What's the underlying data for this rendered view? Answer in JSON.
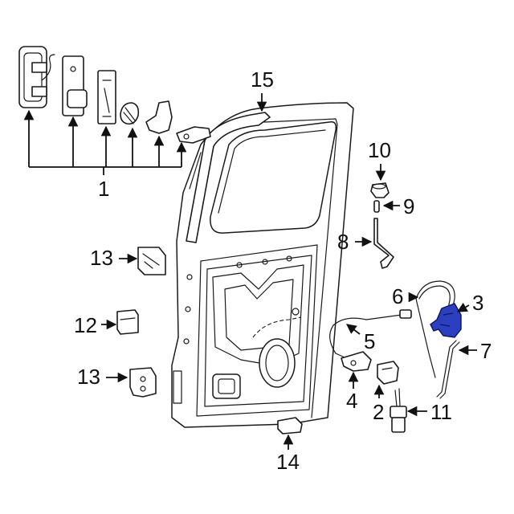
{
  "diagram": {
    "highlight_color": "#2b3fbf",
    "callouts": [
      {
        "id": "1",
        "label": "1"
      },
      {
        "id": "2",
        "label": "2"
      },
      {
        "id": "3",
        "label": "3"
      },
      {
        "id": "4",
        "label": "4"
      },
      {
        "id": "5",
        "label": "5"
      },
      {
        "id": "6",
        "label": "6"
      },
      {
        "id": "7",
        "label": "7"
      },
      {
        "id": "8",
        "label": "8"
      },
      {
        "id": "9",
        "label": "9"
      },
      {
        "id": "10",
        "label": "10"
      },
      {
        "id": "11",
        "label": "11"
      },
      {
        "id": "12",
        "label": "12"
      },
      {
        "id": "13a",
        "label": "13"
      },
      {
        "id": "13b",
        "label": "13"
      },
      {
        "id": "14",
        "label": "14"
      },
      {
        "id": "15",
        "label": "15"
      }
    ]
  }
}
